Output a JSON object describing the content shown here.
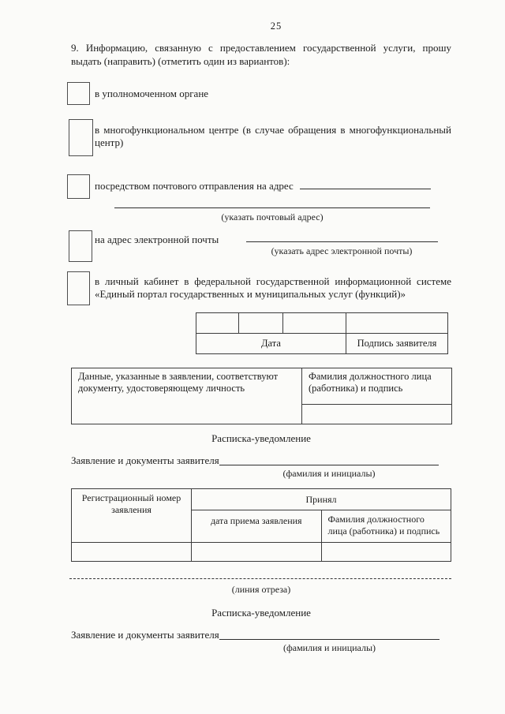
{
  "page": {
    "number": "25",
    "background": "#fbfbf9",
    "ink": "#1d1d1d",
    "border": "#3c3c3c"
  },
  "item9": {
    "text": "9. Информацию, связанную с предоставлением государственной услуги, прошу выдать (направить) (отметить один из вариантов):"
  },
  "options": [
    {
      "label": "в уполномоченном органе"
    },
    {
      "label": "в многофункциональном центре (в случае обращения в многофункциональный центр)"
    },
    {
      "label": "посредством почтового отправления на адрес",
      "value": "",
      "caption": "(указать почтовый адрес)"
    },
    {
      "label": "на адрес электронной почты",
      "value": "",
      "caption": "(указать адрес электронной почты)"
    },
    {
      "label": "в личный кабинет в федеральной государственной информационной системе «Единый портал государственных и муниципальных услуг (функций)»"
    }
  ],
  "date_table": {
    "date_label": "Дата",
    "signature_label": "Подпись заявителя"
  },
  "verify_table": {
    "left_text": "Данные, указанные в заявлении, соответствуют документу, удостоверяющему личность",
    "right_header": "Фамилия должностного лица (работника) и подпись"
  },
  "receipt1": {
    "title": "Расписка-уведомление",
    "line_label": "Заявление и документы заявителя",
    "line_value": "",
    "line_caption": "(фамилия и инициалы)"
  },
  "reg_table": {
    "col_reg_number": "Регистрационный номер заявления",
    "accepted_header": "Принял",
    "col_date": "дата приема заявления",
    "col_official": "Фамилия должностного лица (работника) и подпись"
  },
  "cut": {
    "caption": "(линия отреза)"
  },
  "receipt2": {
    "title": "Расписка-уведомление",
    "line_label": "Заявление и документы заявителя",
    "line_value": "",
    "line_caption": "(фамилия и инициалы)"
  }
}
